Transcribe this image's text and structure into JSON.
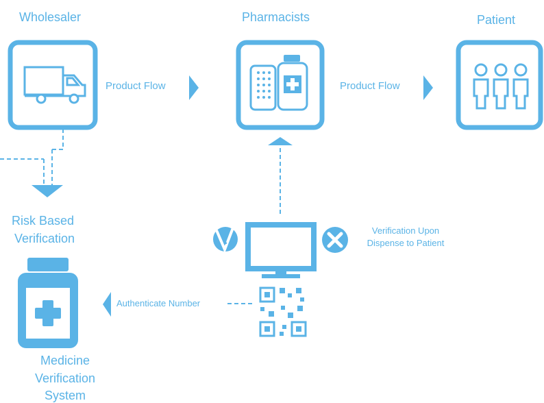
{
  "nodes": {
    "wholesaler": {
      "title": "Wholesaler",
      "icon": "delivery-truck-icon"
    },
    "pharmacists": {
      "title": "Pharmacists",
      "icon": "pills-and-medicine-bottle-icon"
    },
    "patient": {
      "title": "Patient",
      "icon": "people-group-icon"
    },
    "risk": {
      "line1": "Risk Based",
      "line2": "Verification"
    },
    "mvs": {
      "line1": "Medicine",
      "line2": "Verification",
      "line3": "System",
      "icon": "medicine-bottle-icon"
    }
  },
  "flows": {
    "flow1": "Product Flow",
    "flow2": "Product Flow",
    "authenticate": "Authenticate Number"
  },
  "verification": {
    "line1": "Verification Upon",
    "line2": "Dispense to Patient",
    "icons": [
      "check-badge-icon",
      "x-badge-icon",
      "monitor-icon",
      "qr-code-icon"
    ]
  },
  "colors": {
    "primary": "#5ab3e6",
    "background": "#ffffff"
  }
}
